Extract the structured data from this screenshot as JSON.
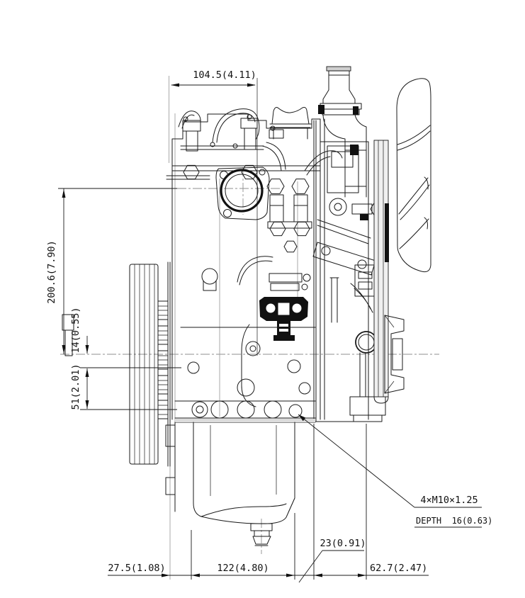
{
  "drawing": {
    "type": "engine-side-view-outline-drawing",
    "dimensions": {
      "top_width": "104.5(4.11)",
      "left_height": "200.6(7.90)",
      "left_offset": "14(0.55)",
      "left_lower": "51(2.01)",
      "bottom_left": "27.5(1.08)",
      "bottom_center": "122(4.80)",
      "bottom_small": "23(0.91)",
      "bottom_right": "62.7(2.47)"
    },
    "callout": {
      "thread": "4×M10×1.25",
      "depth": "DEPTH  16(0.63)"
    },
    "colors": {
      "line": "#1a1a1a",
      "ghost": "#a0a0a0",
      "centerline": "#8f8f8f",
      "background": "#ffffff"
    }
  }
}
